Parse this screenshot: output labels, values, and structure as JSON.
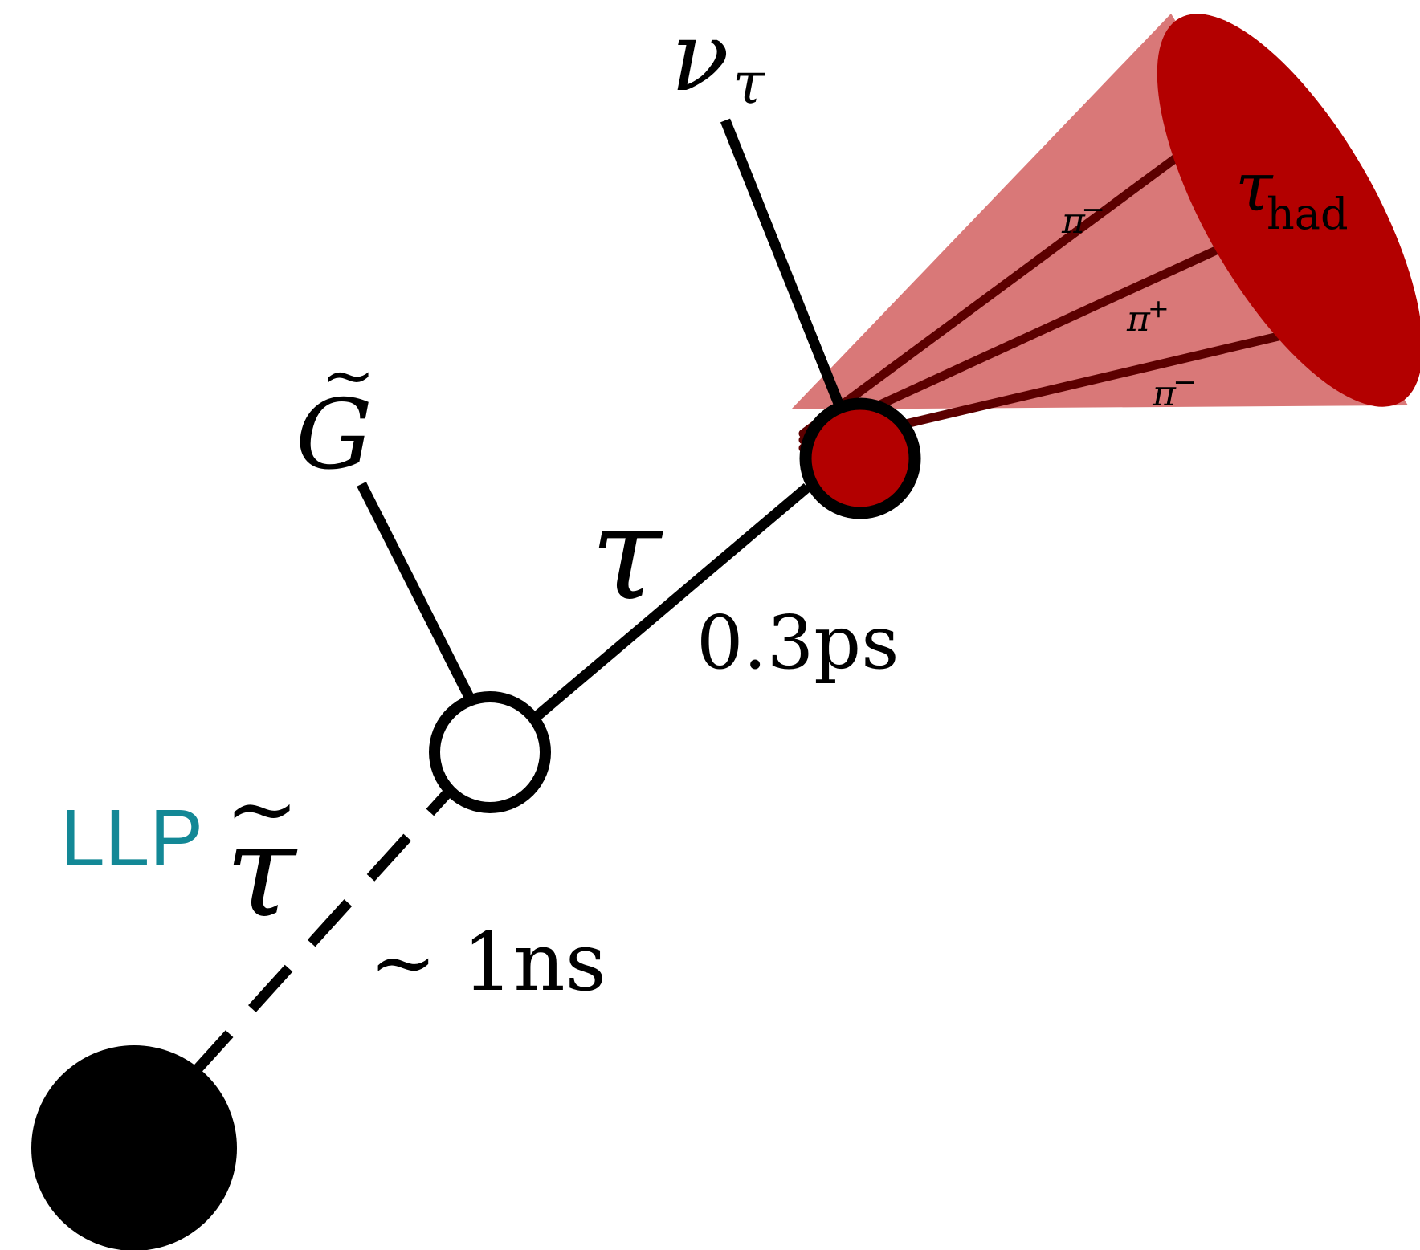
{
  "colors": {
    "llp_label": "#138896",
    "cone_fill": "#d97878",
    "cone_cap": "#b30000",
    "decay_vertex": "#b30000",
    "pion_track": "#5c0000",
    "line": "#000000"
  },
  "labels": {
    "llp": "LLP",
    "stau_symbol": "τ",
    "stau_lifetime": "∼ 1ns",
    "gravitino_symbol": "G",
    "tau_symbol": "τ",
    "tau_lifetime": "0.3ps",
    "neutrino_symbol": "ν",
    "neutrino_subscript": "τ",
    "tau_had_symbol": "τ",
    "tau_had_subscript": "had",
    "pion_1_symbol": "π",
    "pion_1_charge": "−",
    "pion_2_symbol": "π",
    "pion_2_charge": "+",
    "pion_3_symbol": "π",
    "pion_3_charge": "−",
    "tilde": "~"
  },
  "icons": {
    "production_vertex": "filled-circle",
    "stau_decay_vertex": "open-circle",
    "tau_decay_vertex": "red-filled-circle",
    "jet_cone": "cone"
  }
}
